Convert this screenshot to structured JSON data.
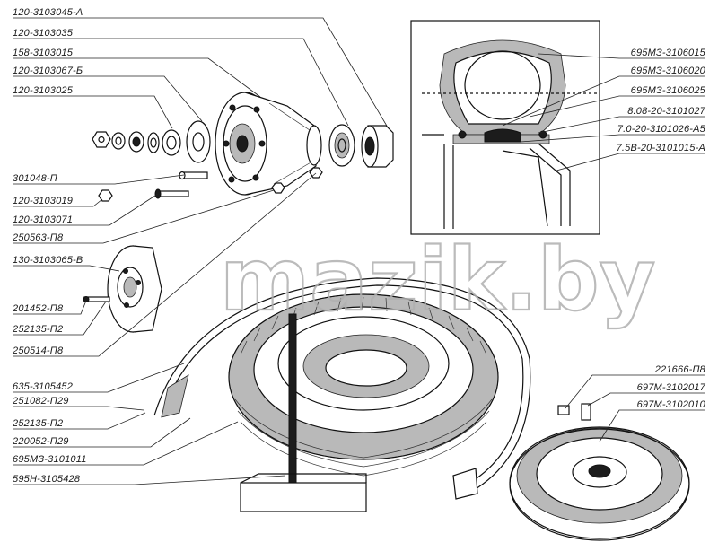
{
  "watermark": "mazik.by",
  "parts_left": [
    "120-3103045-A",
    "120-3103035",
    "158-3103015",
    "120-3103067-Б",
    "120-3103025",
    "301048-П",
    "120-3103019",
    "120-3103071",
    "250563-П8",
    "130-3103065-B",
    "201452-П8",
    "252135-П2",
    "250514-П8",
    "635-3105452",
    "251082-П29",
    "252135-П2",
    "220052-П29",
    "695МЗ-3101011",
    "595Н-3105428"
  ],
  "parts_right": [
    "695МЗ-3106015",
    "695МЗ-3106020",
    "695МЗ-3106025",
    "8.08-20-3101027",
    "7.0-20-3101026-А5",
    "7.5В-20-3101015-А",
    "221666-П8",
    "697М-3102017",
    "697М-3102010"
  ]
}
